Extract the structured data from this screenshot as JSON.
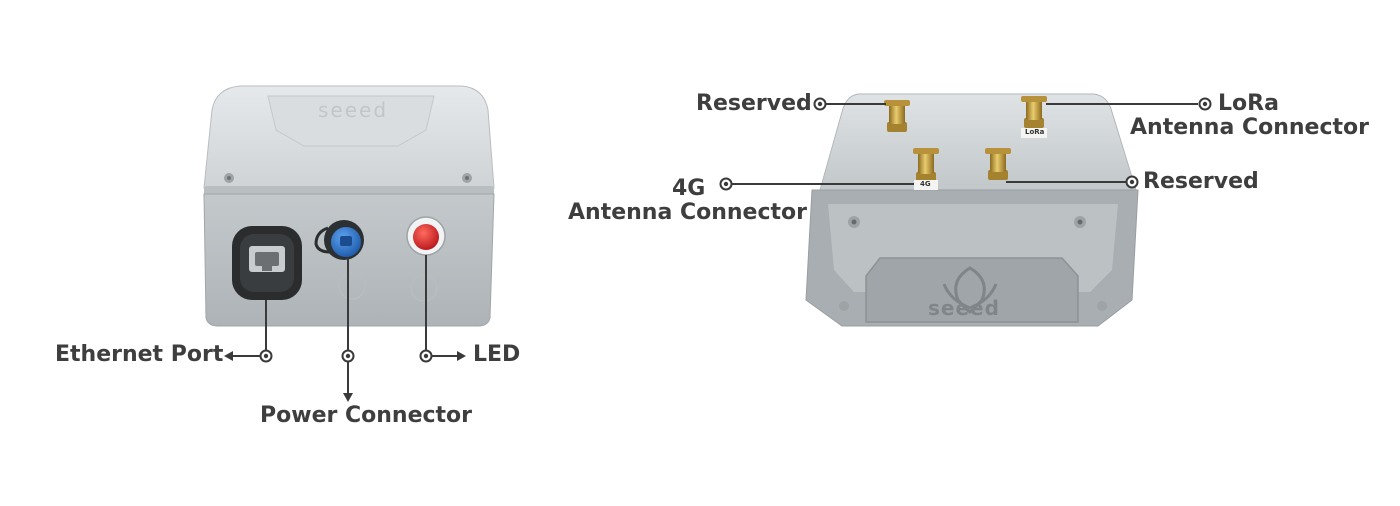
{
  "colors": {
    "label_text": "#3e3e3e",
    "leader_line": "#3a3a3a",
    "enclosure_light": "#d7dbdd",
    "enclosure_shadow": "#9aa0a4",
    "led_red": "#d8262a",
    "power_blue": "#2a6fc0",
    "sma_gold": "#c9a23e"
  },
  "left_view": {
    "brand_logo": "seeed",
    "callouts": {
      "ethernet": "Ethernet Port",
      "power": "Power Connector",
      "led": "LED"
    }
  },
  "right_view": {
    "brand_logo": "seeed",
    "connector_tags": {
      "lora": "LoRa",
      "fourg": "4G"
    },
    "callouts": {
      "reserved_top": "Reserved",
      "lora_line1": "LoRa",
      "lora_line2": "Antenna Connector",
      "fourg_line1": "4G",
      "fourg_line2": "Antenna Connector",
      "reserved_right": "Reserved"
    }
  }
}
